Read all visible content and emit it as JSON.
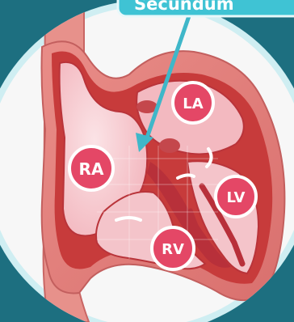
{
  "callout": {
    "text": "Secundum"
  },
  "chambers": {
    "ra": "RA",
    "la": "LA",
    "lv": "LV",
    "rv": "RV"
  },
  "colors": {
    "background": "#1d6f80",
    "circle": "#f5f5f5",
    "ring": "#cfeef2",
    "callout": "#3fc3d4",
    "arrow": "#3fb7c9",
    "label_badge": "#e44766"
  }
}
